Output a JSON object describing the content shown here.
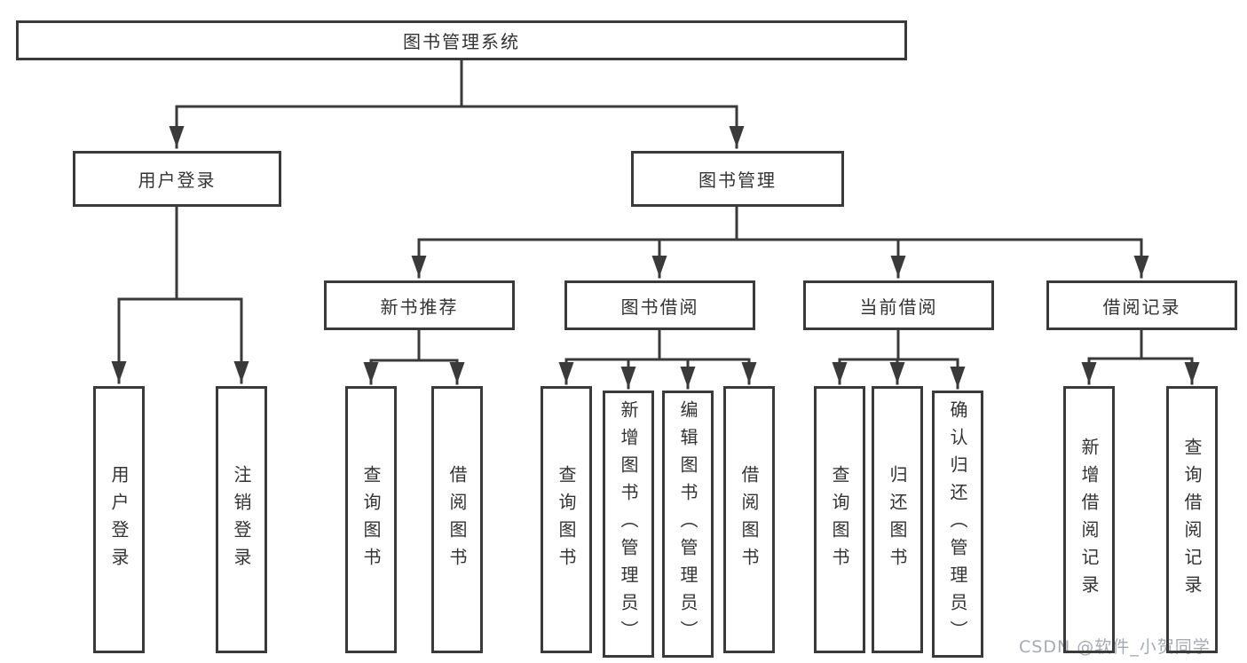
{
  "diagram": {
    "root": {
      "label": "图书管理系统"
    },
    "level2": [
      {
        "id": "user-login",
        "label": "用户登录"
      },
      {
        "id": "book-management",
        "label": "图书管理"
      }
    ],
    "level3": [
      {
        "id": "new-book-recommend",
        "label": "新书推荐"
      },
      {
        "id": "book-borrow",
        "label": "图书借阅"
      },
      {
        "id": "current-borrow",
        "label": "当前借阅"
      },
      {
        "id": "borrow-records",
        "label": "借阅记录"
      }
    ],
    "leaves": [
      {
        "parent": "user-login",
        "label": "用户登录"
      },
      {
        "parent": "user-login",
        "label": "注销登录"
      },
      {
        "parent": "new-book-recommend",
        "label": "查询图书"
      },
      {
        "parent": "new-book-recommend",
        "label": "借阅图书"
      },
      {
        "parent": "book-borrow",
        "label": "查询图书"
      },
      {
        "parent": "book-borrow",
        "label": "新增图书（管理员）"
      },
      {
        "parent": "book-borrow",
        "label": "编辑图书（管理员）"
      },
      {
        "parent": "book-borrow",
        "label": "借阅图书"
      },
      {
        "parent": "current-borrow",
        "label": "查询图书"
      },
      {
        "parent": "current-borrow",
        "label": "归还图书"
      },
      {
        "parent": "current-borrow",
        "label": "确认归还（管理员）"
      },
      {
        "parent": "borrow-records",
        "label": "新增借阅记录"
      },
      {
        "parent": "borrow-records",
        "label": "查询借阅记录"
      }
    ],
    "colors": {
      "line": "#3a3a3a",
      "text": "#333333",
      "background": "#ffffff",
      "watermark": "#a6aab0"
    },
    "watermark": "CSDN @软件_小贺同学"
  }
}
